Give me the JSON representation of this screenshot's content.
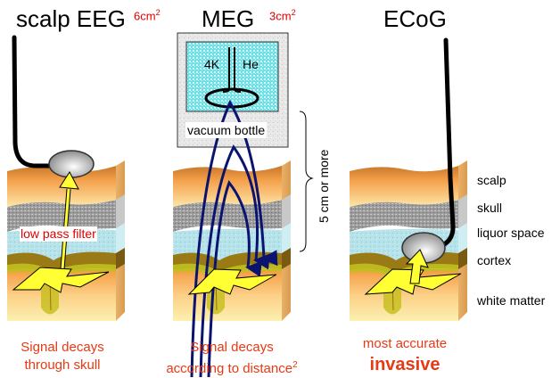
{
  "panels": {
    "eeg": {
      "title": "scalp EEG",
      "area": "6cm",
      "area_sup": "2",
      "filter_label": "low pass filter",
      "caption_line1": "Signal decays",
      "caption_line2": "through skull"
    },
    "meg": {
      "title": "MEG",
      "area": "3cm",
      "area_sup": "2",
      "helium_left": "4K",
      "helium_right": "He",
      "vacuum_label": "vacuum bottle",
      "distance_label": "5 cm or more",
      "caption_line1": "Signal decays",
      "caption_line2": "according to distance",
      "caption_sup": "2"
    },
    "ecog": {
      "title": "ECoG",
      "caption_line1": "most accurate",
      "caption_line2": "invasive"
    }
  },
  "layer_labels": [
    "scalp",
    "skull",
    "liquor space",
    "cortex",
    "white matter"
  ],
  "colors": {
    "caption_red": "#e63a14",
    "area_red": "#e00000",
    "field_line": "#0a1470",
    "bolt": "#ffff33",
    "helium": "#7fe8ea",
    "scalp": "#f0a050",
    "skull": "#a8a8a8",
    "liquor": "#b8e4ec",
    "cortex": "#8a6a10",
    "white_matter": "#f5c070"
  }
}
